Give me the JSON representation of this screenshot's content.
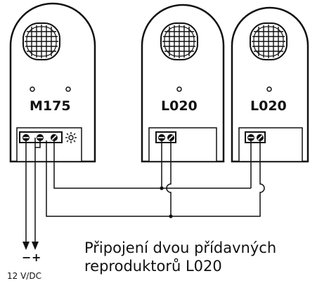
{
  "units": [
    {
      "model": "M175",
      "indicator_leds": 2,
      "terminal_count": 3,
      "has_sun_symbol": true
    },
    {
      "model": "L020",
      "indicator_leds": 1,
      "terminal_count": 2,
      "has_sun_symbol": false
    },
    {
      "model": "L020",
      "indicator_leds": 1,
      "terminal_count": 2,
      "has_sun_symbol": false
    }
  ],
  "power": {
    "minus_label": "−",
    "plus_label": "+",
    "voltage_label": "12 V/DC"
  },
  "caption": {
    "line1": "Připojení dvou přídavných",
    "line2": "reproduktorů L020"
  },
  "colors": {
    "stroke": "#111111",
    "fill": "#ffffff"
  },
  "icons": [
    "speaker-grille-icon",
    "indicator-led-icon",
    "screw-terminal-icon",
    "sun-icon"
  ]
}
